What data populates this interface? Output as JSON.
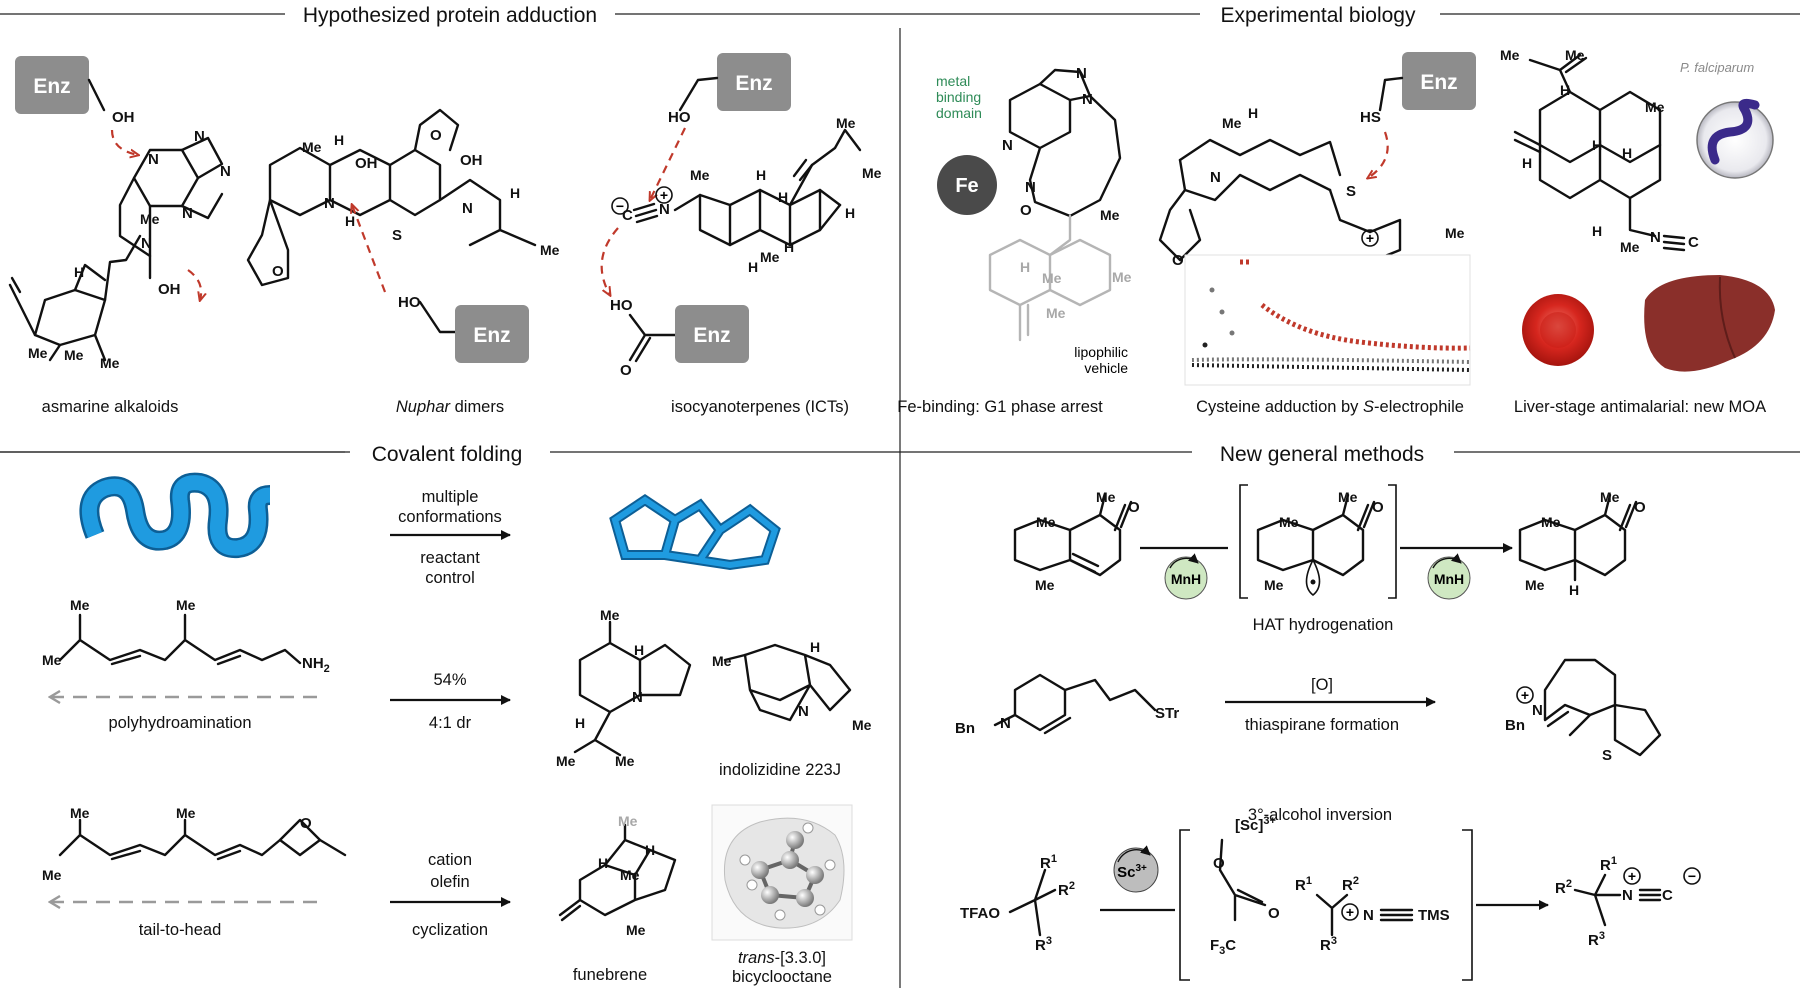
{
  "sections": {
    "protein_adduction": "Hypothesized protein adduction",
    "experimental_biology": "Experimental biology",
    "covalent_folding": "Covalent folding",
    "new_methods": "New general methods"
  },
  "captions": {
    "asmarine": "asmarine alkaloids",
    "nuphar_italic": "Nuphar",
    "nuphar_rest": " dimers",
    "ict": "isocyanoterpenes (ICTs)",
    "fe_binding": "Fe-binding: G1 phase arrest",
    "cysteine_pre": "Cysteine adduction by ",
    "cysteine_italic": "S",
    "cysteine_post": "-electrophile",
    "liver": "Liver-stage antimalarial: new MOA",
    "polyhydroamination": "polyhydroamination",
    "indolizidine": "indolizidine 223J",
    "tail_to_head": "tail-to-head",
    "funebrene": "funebrene",
    "bicyclo_italic": "trans",
    "bicyclo_rest": "-[3.3.0]",
    "bicyclo_line2": "bicyclooctane",
    "hat": "HAT hydrogenation",
    "thiaspirane": "thiaspirane formation",
    "alcohol_inversion": "3°-alcohol inversion"
  },
  "annotations": {
    "metal_binding": [
      "metal",
      "binding",
      "domain"
    ],
    "lipophilic": [
      "lipophilic",
      "vehicle"
    ],
    "organism": "P. falciparum"
  },
  "arrows": {
    "fold_top": "multiple",
    "fold_top2": "conformations",
    "fold_bottom": "reactant",
    "fold_bottom2": "control",
    "amin_top": "54%",
    "amin_bottom": "4:1 dr",
    "cation_top": "cation",
    "cation_top2": "olefin",
    "cation_bottom": "cyclization",
    "ox_top": "[O]"
  },
  "labels": {
    "enz": "Enz",
    "oh": "OH",
    "ho": "HO",
    "hs": "HS",
    "me": "Me",
    "h": "H",
    "n": "N",
    "o": "O",
    "s": "S",
    "c": "C",
    "fe": "Fe",
    "nh2": "NH",
    "two": "2",
    "bn": "Bn",
    "str": "STr",
    "tfao": "TFAO",
    "tms": "TMS",
    "mnh": "MnH",
    "sc": "Sc",
    "sc3": "3+",
    "sc_complex": "[Sc]",
    "r": "R",
    "one": "1",
    "three": "3",
    "f3c": "F",
    "plus": "+",
    "minus": "−"
  },
  "colors": {
    "enzyme_box": "#8d8d8d",
    "arrow_red": "#c0392b",
    "metal_green": "#2e8b57",
    "fold_blue": "#1f9be0",
    "mnh_green": "#cfe8c2",
    "blood_red": "#d6261e",
    "liver": "#8a2f2a",
    "parasite_purple": "#3b2a8a"
  }
}
